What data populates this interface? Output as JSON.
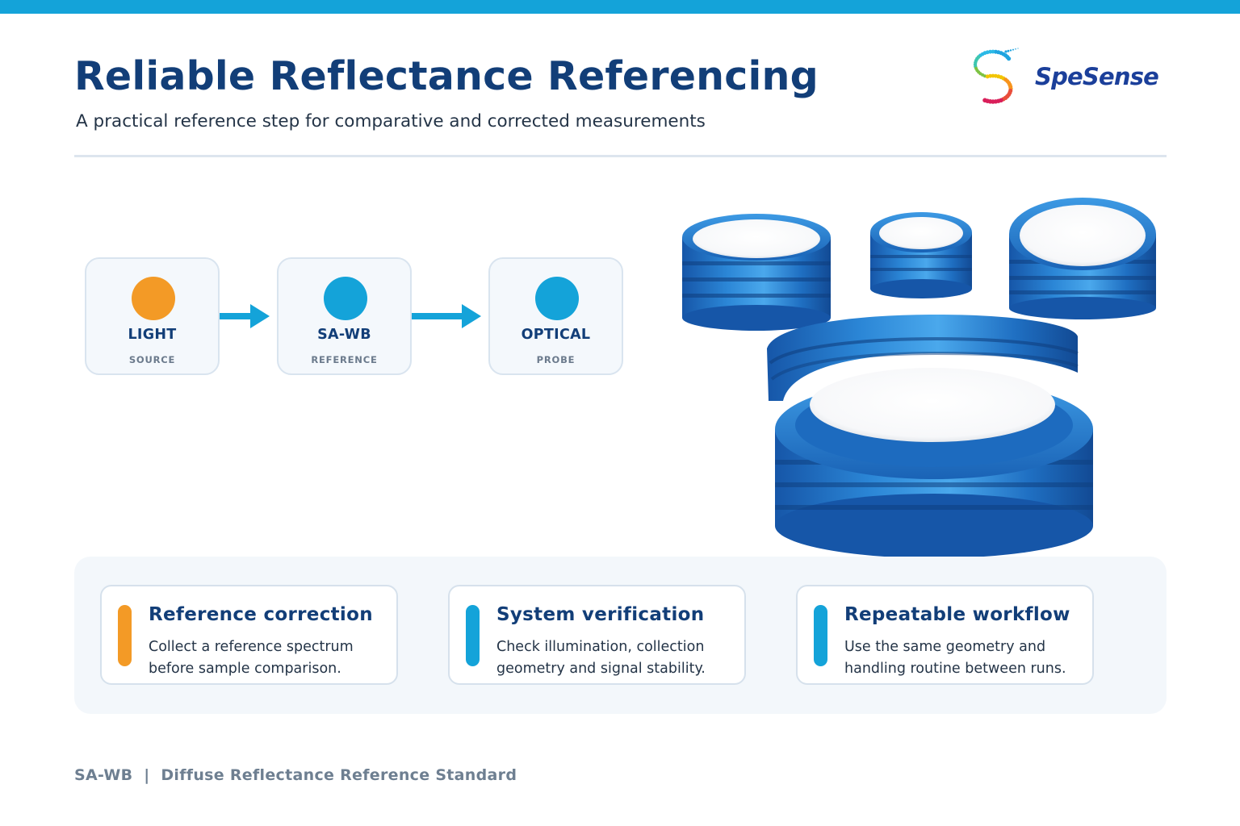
{
  "header": {
    "title": "Reliable Reflectance Referencing",
    "subtitle": "A practical reference step for comparative and corrected measurements"
  },
  "logo": {
    "text": "SpeSense"
  },
  "flow": {
    "steps": [
      {
        "label": "LIGHT",
        "sub": "SOURCE",
        "color": "#f39a26"
      },
      {
        "label": "SA-WB",
        "sub": "REFERENCE",
        "color": "#14a3d9"
      },
      {
        "label": "OPTICAL",
        "sub": "PROBE",
        "color": "#14a3d9"
      }
    ],
    "arrow_color": "#14a3d9"
  },
  "features": [
    {
      "title": "Reference correction",
      "text": "Collect a reference spectrum before sample comparison.",
      "accent": "#f39a26"
    },
    {
      "title": "System verification",
      "text": "Check illumination, collection geometry and signal stability.",
      "accent": "#14a3d9"
    },
    {
      "title": "Repeatable workflow",
      "text": "Use the same geometry and handling routine between runs.",
      "accent": "#14a3d9"
    }
  ],
  "footer": {
    "model": "SA-WB",
    "separator": "|",
    "description": "Diffuse Reflectance Reference Standard"
  },
  "colors": {
    "primary": "#123e78",
    "accent_blue": "#14a3d9",
    "accent_orange": "#f39a26"
  }
}
